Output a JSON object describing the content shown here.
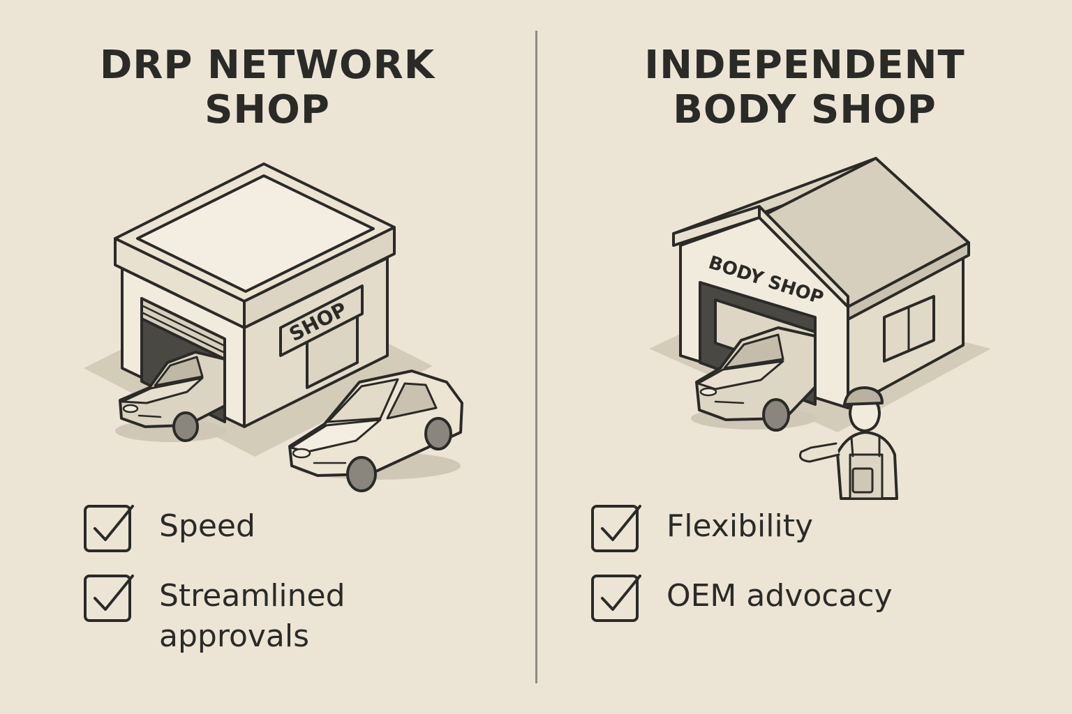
{
  "left": {
    "title_line1": "DRP NETWORK",
    "title_line2": "SHOP",
    "sign_text": "SHOP",
    "features": [
      {
        "label_line1": "Speed",
        "label_line2": ""
      },
      {
        "label_line1": "Streamlined",
        "label_line2": "approvals"
      }
    ]
  },
  "right": {
    "title_line1": "INDEPENDENT",
    "title_line2": "BODY SHOP",
    "sign_text": "BODY SHOP",
    "features": [
      {
        "label_line1": "Flexibility",
        "label_line2": ""
      },
      {
        "label_line1": "OEM advocacy",
        "label_line2": ""
      }
    ]
  },
  "icons": [
    "flat-roof-shop-icon",
    "gable-roof-body-shop-icon",
    "car-icon",
    "mechanic-icon",
    "checkbox-checked-icon"
  ],
  "colors": {
    "background": "#ece5d6",
    "line": "#2a2a27",
    "wall": "#f1ebdd",
    "roof": "#d9d2c0",
    "shadow": "#cfc8b6",
    "divider": "#8f8c85"
  }
}
